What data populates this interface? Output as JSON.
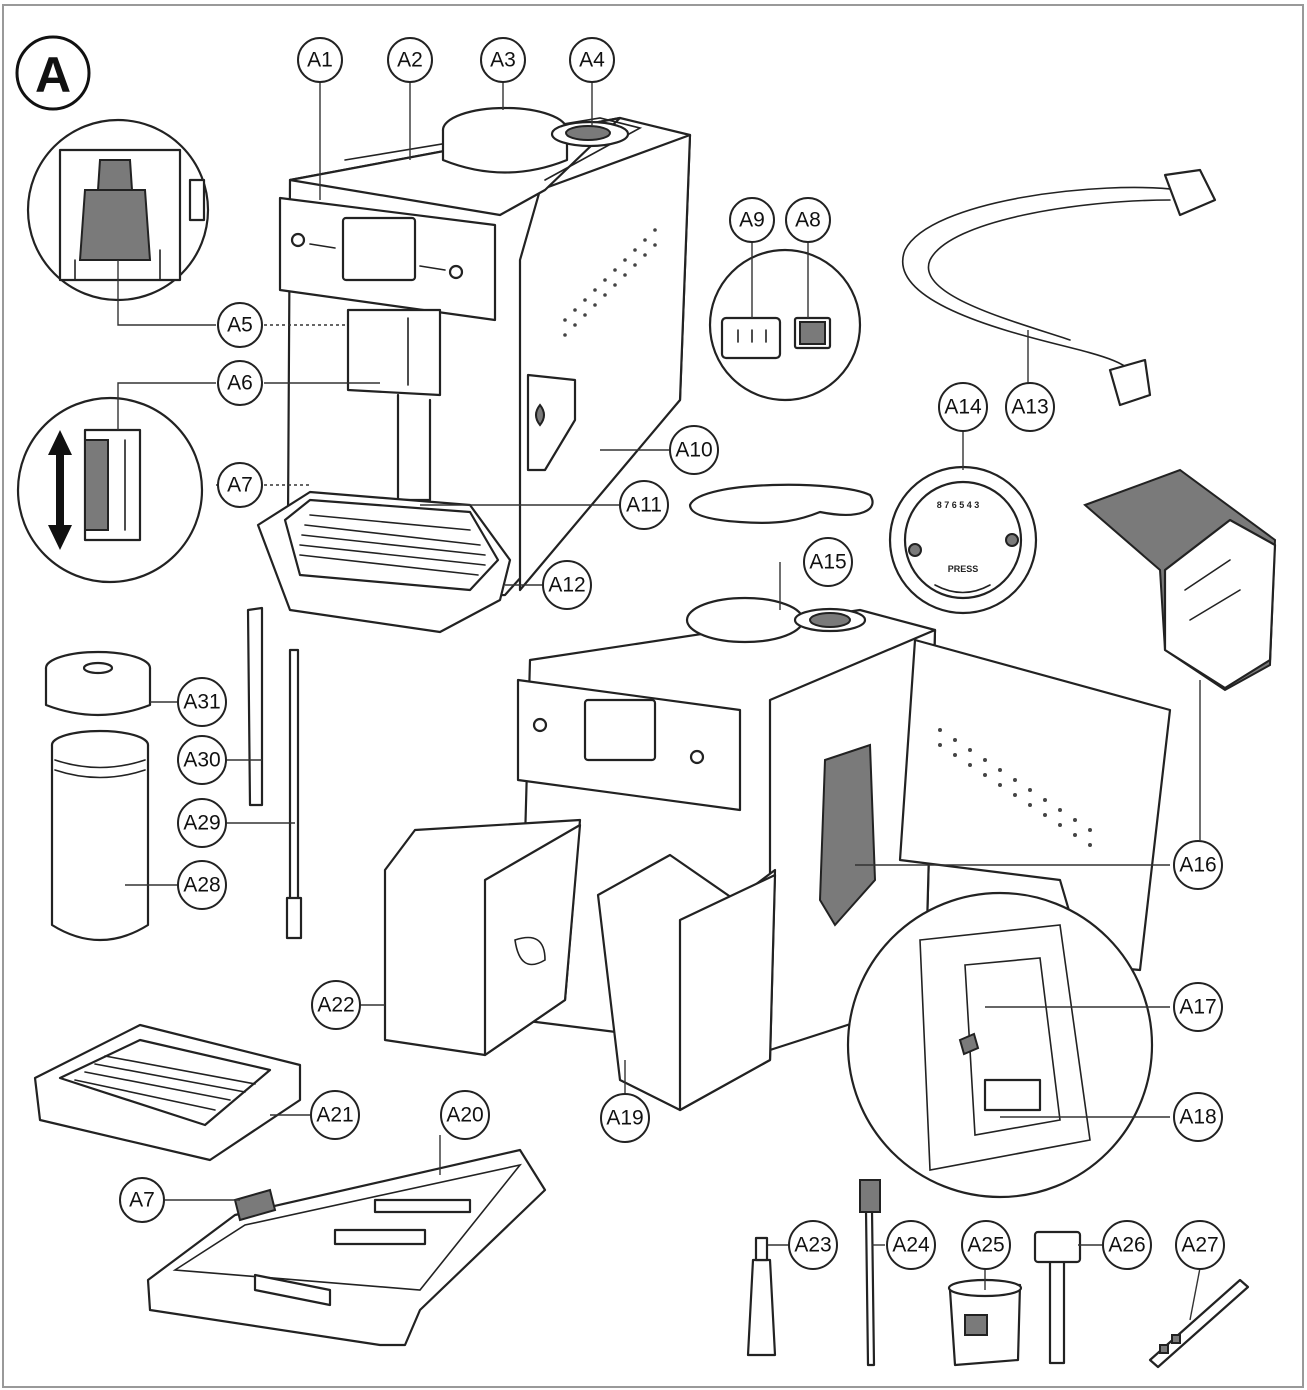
{
  "figure": {
    "badge": "A",
    "dial_label": "PRESS",
    "callouts": [
      "A1",
      "A2",
      "A3",
      "A4",
      "A5",
      "A6",
      "A7",
      "A8",
      "A9",
      "A10",
      "A11",
      "A12",
      "A13",
      "A14",
      "A15",
      "A16",
      "A17",
      "A18",
      "A19",
      "A20",
      "A21",
      "A22",
      "A23",
      "A24",
      "A25",
      "A26",
      "A27",
      "A28",
      "A29",
      "A30",
      "A31",
      "A7"
    ]
  }
}
